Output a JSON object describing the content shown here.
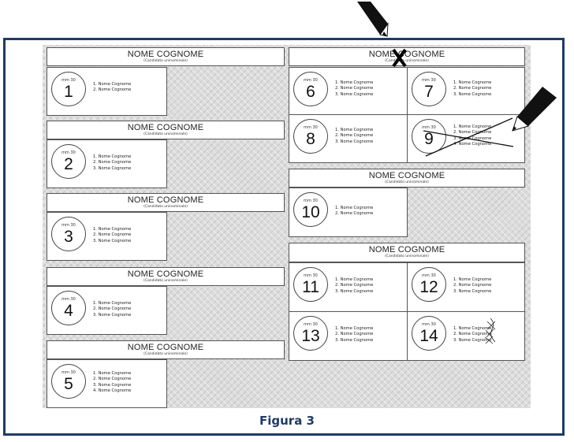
{
  "caption": "Figura 3",
  "marker_x": "X",
  "lists": [
    {
      "name": "NOME COGNOME",
      "subtitle": "(Candidato uninominale)",
      "symbols": [
        {
          "mm": "mm 30",
          "number": "1",
          "candidates": [
            "1. Nome Cognome",
            "2. Nome Cognome"
          ]
        }
      ]
    },
    {
      "name": "NOME COGNOME",
      "subtitle": "(Candidato uninominale)",
      "symbols": [
        {
          "mm": "mm 30",
          "number": "2",
          "candidates": [
            "1. Nome Cognome",
            "2. Nome Cognome",
            "3. Nome Cognome"
          ]
        }
      ]
    },
    {
      "name": "NOME COGNOME",
      "subtitle": "(Candidato uninominale)",
      "symbols": [
        {
          "mm": "mm 30",
          "number": "3",
          "candidates": [
            "1. Nome Cognome",
            "2. Nome Cognome",
            "3. Nome Cognome"
          ]
        }
      ]
    },
    {
      "name": "NOME COGNOME",
      "subtitle": "(Candidato uninominale)",
      "symbols": [
        {
          "mm": "mm 30",
          "number": "4",
          "candidates": [
            "1. Nome Cognome",
            "2. Nome Cognome",
            "3. Nome Cognome"
          ]
        }
      ]
    },
    {
      "name": "NOME COGNOME",
      "subtitle": "(Candidato uninominale)",
      "symbols": [
        {
          "mm": "mm 30",
          "number": "5",
          "candidates": [
            "1. Nome Cognome",
            "2. Nome Cognome",
            "3. Nome Cognome",
            "4. Nome Cognome"
          ]
        }
      ]
    },
    {
      "name": "NOME COGNOME",
      "subtitle": "(Candidato uninominale)",
      "symbols": [
        {
          "mm": "mm 30",
          "number": "6",
          "candidates": [
            "1. Nome Cognome",
            "2. Nome Cognome",
            "3. Nome Cognome"
          ]
        },
        {
          "mm": "mm 30",
          "number": "7",
          "candidates": [
            "1. Nome Cognome",
            "2. Nome Cognome",
            "3. Nome Cognome"
          ]
        },
        {
          "mm": "mm 30",
          "number": "8",
          "candidates": [
            "1. Nome Cognome",
            "2. Nome Cognome",
            "3. Nome Cognome"
          ]
        },
        {
          "mm": "mm 30",
          "number": "9",
          "candidates": [
            "1. Nome Cognome",
            "2. Nome Cognome",
            "3. Nome Cognome",
            "4. Nome Cognome"
          ]
        }
      ]
    },
    {
      "name": "NOME COGNOME",
      "subtitle": "(Candidato uninominale)",
      "symbols": [
        {
          "mm": "mm 30",
          "number": "10",
          "candidates": [
            "1. Nome Cognome",
            "2. Nome Cognome"
          ]
        }
      ]
    },
    {
      "name": "NOME COGNOME",
      "subtitle": "(Candidato uninominale)",
      "symbols": [
        {
          "mm": "mm 30",
          "number": "11",
          "candidates": [
            "1. Nome Cognome",
            "2. Nome Cognome",
            "3. Nome Cognome"
          ]
        },
        {
          "mm": "mm 30",
          "number": "12",
          "candidates": [
            "1. Nome Cognome",
            "2. Nome Cognome",
            "3. Nome Cognome"
          ]
        },
        {
          "mm": "mm 30",
          "number": "13",
          "candidates": [
            "1. Nome Cognome",
            "2. Nome Cognome",
            "3. Nome Cognome"
          ]
        },
        {
          "mm": "mm 30",
          "number": "14",
          "candidates": [
            "1. Nome Cognome",
            "2. Nome Cognome",
            "3. Nome Cognome"
          ]
        }
      ]
    }
  ]
}
